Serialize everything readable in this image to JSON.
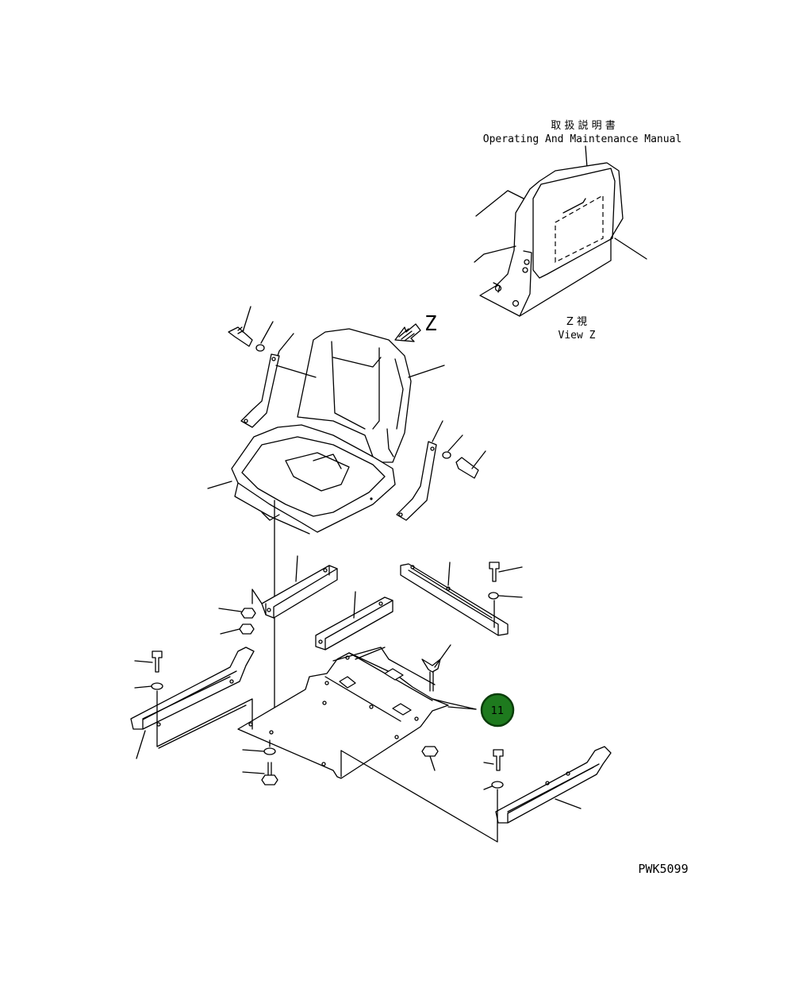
{
  "view_label_jp": "取 扱 説 明 書",
  "view_label_en": "Operating And Maintenance Manual",
  "view_z_letter": "Z",
  "view_z_jp": "Z 視",
  "view_z_en": "View Z",
  "drawing_number": "PWK5099",
  "callout": {
    "number": "11",
    "fill": "#1e7a1e",
    "stroke": "#0a3d0a",
    "text_color": "#ffffff"
  }
}
